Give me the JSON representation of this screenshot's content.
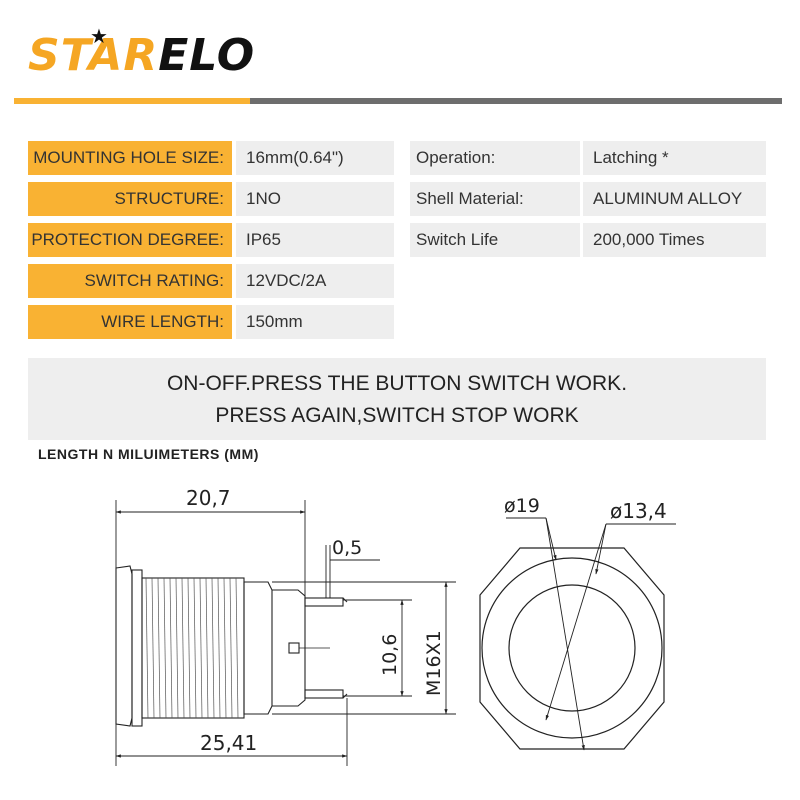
{
  "brand": {
    "prefix": "STAR",
    "suffix": "ELO",
    "star_glyph": "★",
    "accent_color": "#f9b233",
    "dark_color": "#6d6d6d"
  },
  "spec_left": [
    {
      "label": "MOUNTING HOLE SIZE:",
      "value": "16mm(0.64\")"
    },
    {
      "label": "STRUCTURE:",
      "value": "1NO"
    },
    {
      "label": "PROTECTION DEGREE:",
      "value": "IP65"
    },
    {
      "label": "SWITCH RATING:",
      "value": "12VDC/2A"
    },
    {
      "label": "WIRE LENGTH:",
      "value": "150mm"
    }
  ],
  "spec_right": [
    {
      "label": "Operation:",
      "value": "Latching *"
    },
    {
      "label": "Shell Material:",
      "value": "ALUMINUM ALLOY"
    },
    {
      "label": "Switch Life",
      "value": "200,000 Times"
    }
  ],
  "note": {
    "line1": "ON-OFF.PRESS THE BUTTON SWITCH WORK.",
    "line2": "PRESS AGAIN,SWITCH STOP WORK"
  },
  "drawing": {
    "title": "LENGTH N MILUIMETERS (MM)",
    "dim_20_7": "20,7",
    "dim_0_5": "0,5",
    "dim_10_6": "10,6",
    "dim_m16": "M16X1",
    "dim_25_41": "25,41",
    "dim_d19": "ø19",
    "dim_d13_4": "ø13,4"
  }
}
